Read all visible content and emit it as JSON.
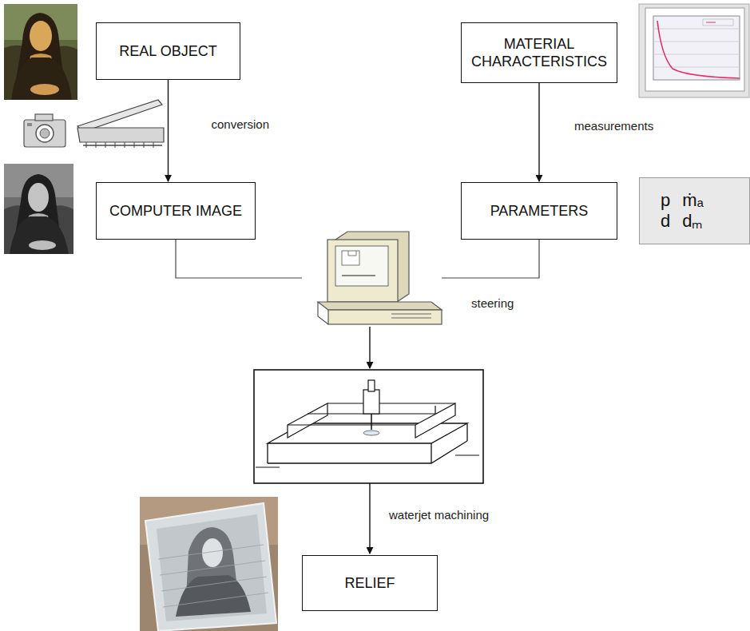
{
  "diagram": {
    "nodes": [
      {
        "text": [
          "REAL OBJECT"
        ]
      },
      {
        "text": [
          "MATERIAL CHARACTERISTICS"
        ]
      },
      {
        "text": [
          "COMPUTER IMAGE"
        ]
      },
      {
        "text": [
          "PARAMETERS"
        ]
      },
      {
        "text": [
          "p ṁₐ d dₘ"
        ]
      },
      {
        "text": [
          "RELIEF"
        ]
      }
    ],
    "edges": [
      {
        "from": 0,
        "to": 2,
        "arrow": "to",
        "label": "conversion"
      },
      {
        "from": 1,
        "to": 3,
        "arrow": "to",
        "label": "measurements"
      }
    ],
    "labels": [
      "steering",
      "waterjet machining"
    ]
  }
}
